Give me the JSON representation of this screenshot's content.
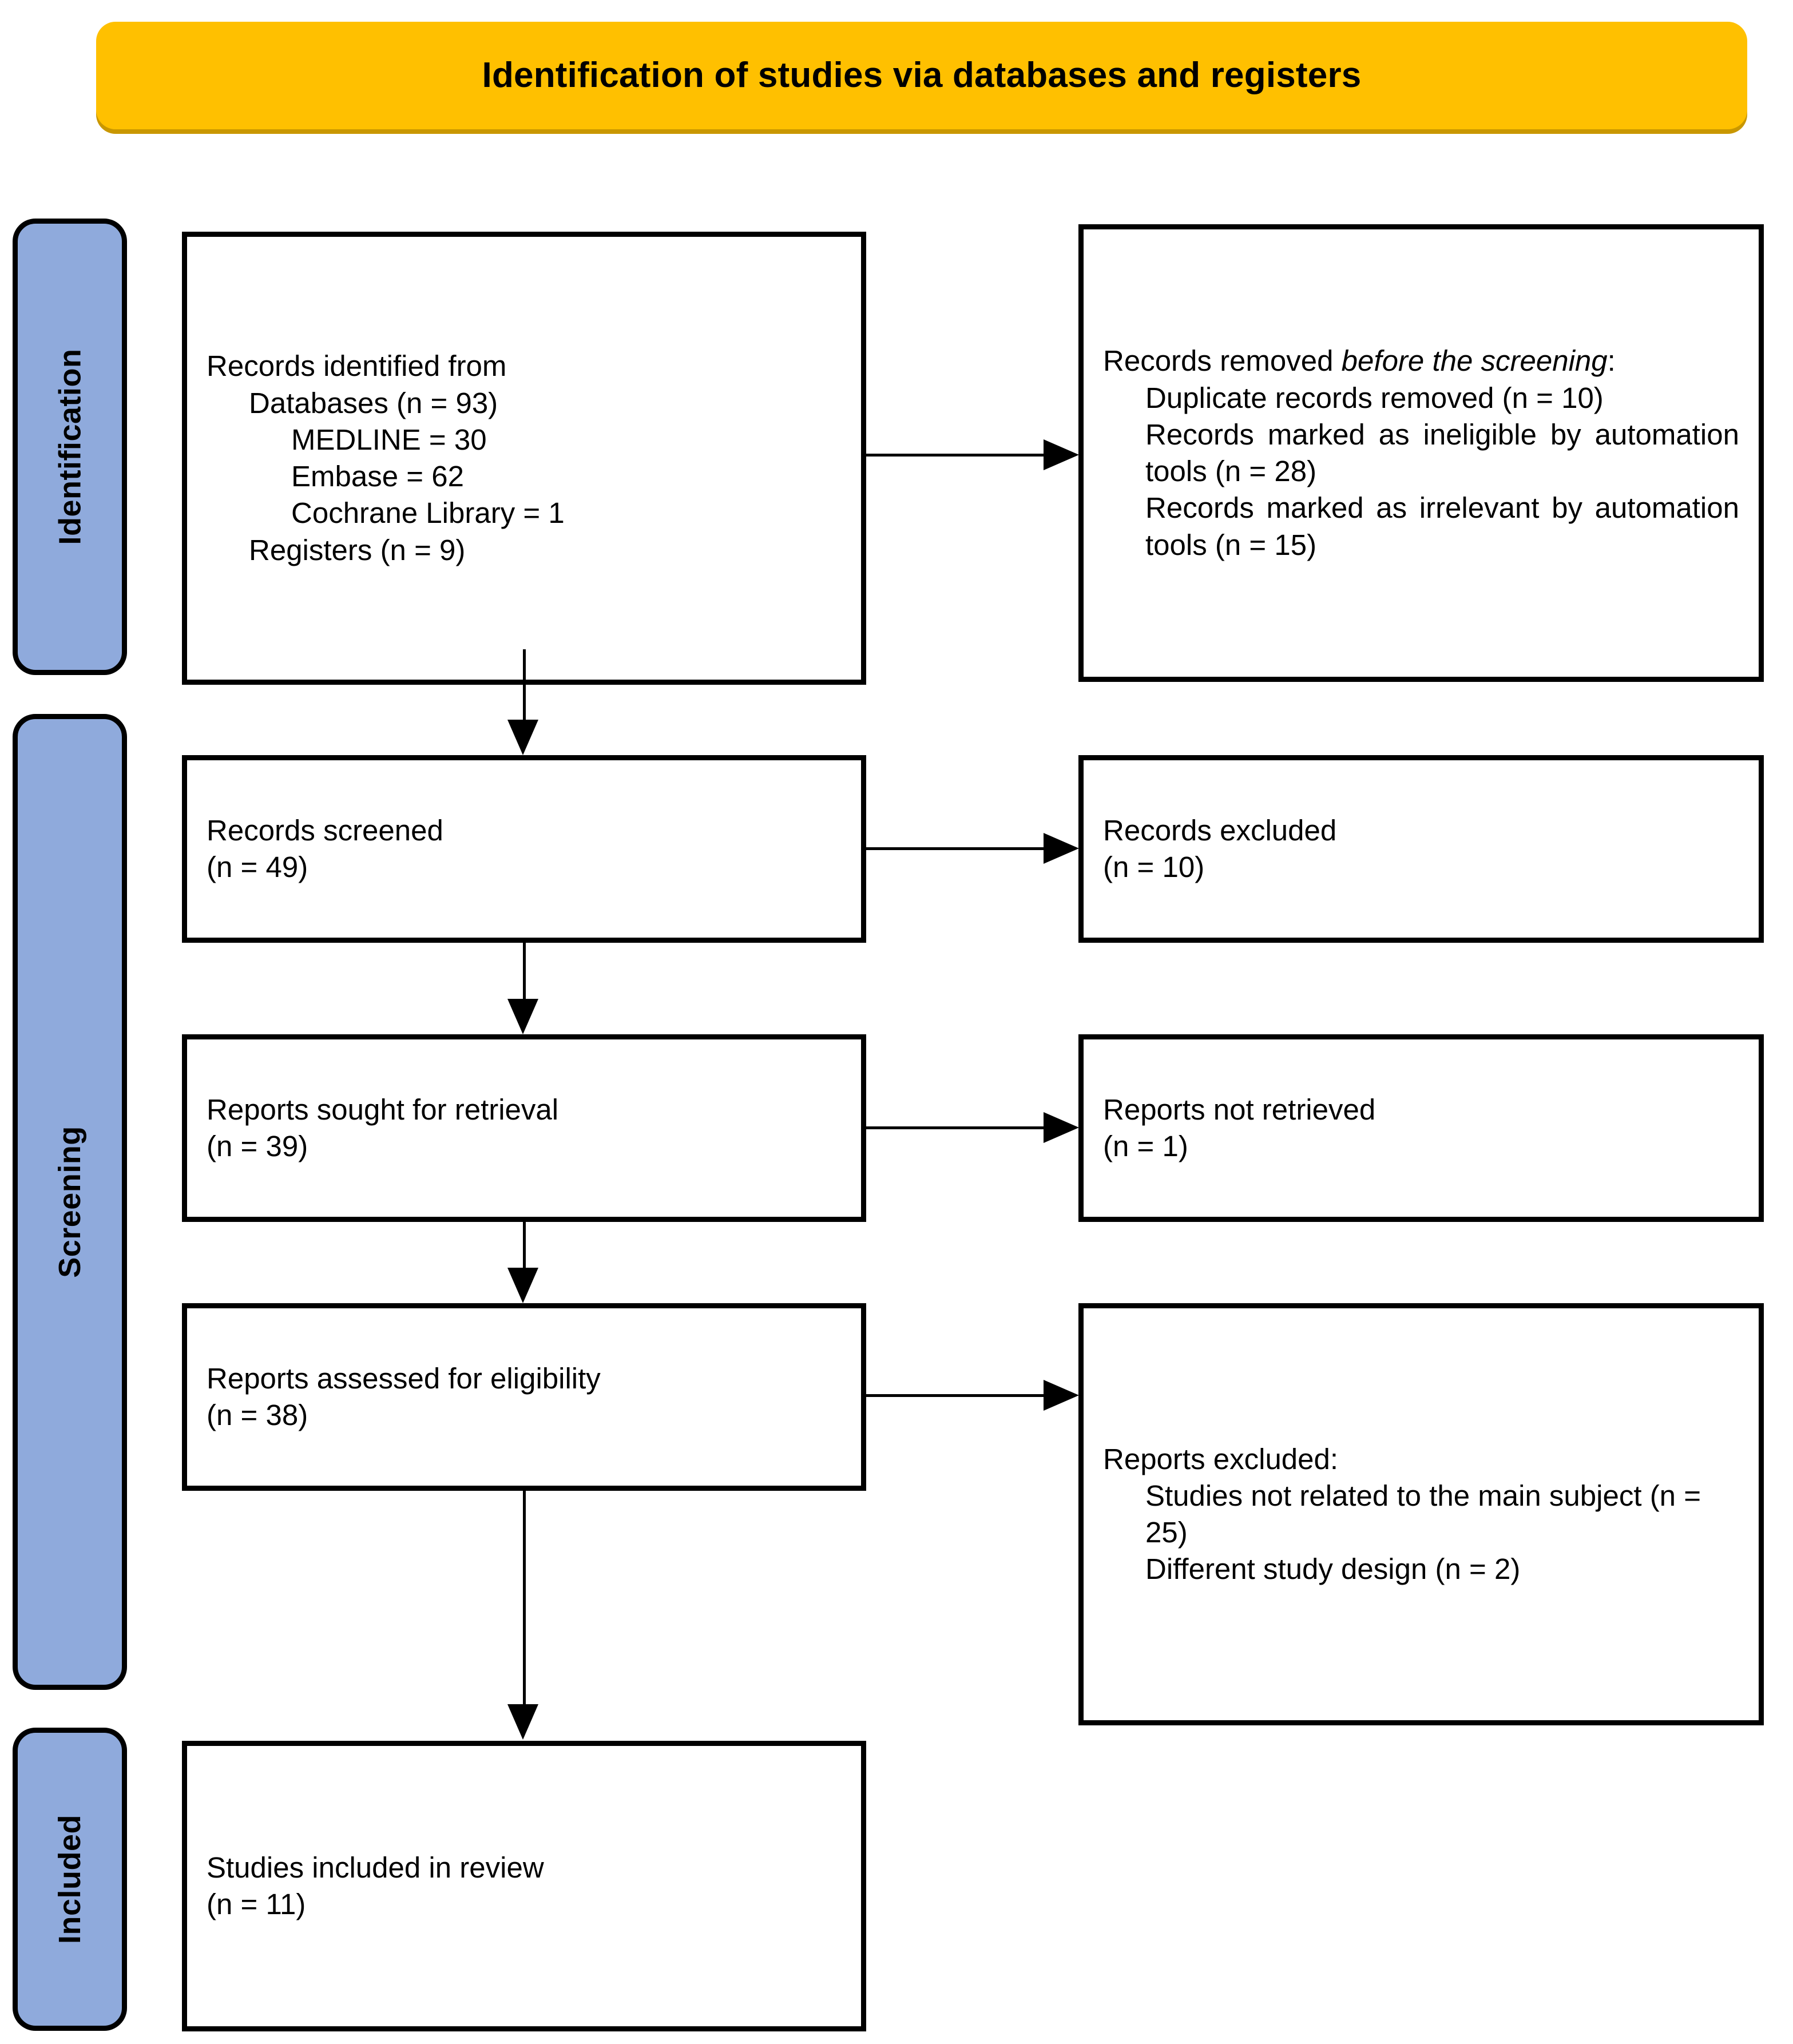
{
  "header": {
    "title": "Identification of studies via databases and registers",
    "background_color": "#FFC000"
  },
  "stages": {
    "identification": "Identification",
    "screening": "Screening",
    "included": "Included",
    "background_color": "#8FAADC"
  },
  "boxes": {
    "identified": {
      "line1": "Records identified from",
      "line2": "Databases (n = 93)",
      "line3": "MEDLINE = 30",
      "line4": "Embase = 62",
      "line5": "Cochrane Library = 1",
      "line6": "Registers (n = 9)"
    },
    "removed": {
      "line1a": "Records removed ",
      "line1b": "before the screening",
      "line1c": ":",
      "line2": "Duplicate records removed  (n = 10)",
      "line3": "Records marked as ineligible by automation tools (n = 28)",
      "line4": "Records marked as irrelevant by automation tools (n = 15)"
    },
    "screened": {
      "line1": "Records screened",
      "line2": "(n = 49)"
    },
    "records_excluded": {
      "line1": "Records excluded",
      "line2": "(n = 10)"
    },
    "sought": {
      "line1": "Reports sought for retrieval",
      "line2": "(n = 39)"
    },
    "not_retrieved": {
      "line1": "Reports not retrieved",
      "line2": "(n = 1)"
    },
    "assessed": {
      "line1": "Reports assessed for eligibility",
      "line2": "(n = 38)"
    },
    "reports_excluded": {
      "line1": "Reports excluded:",
      "line2": "Studies not related to the main subject (n = 25)",
      "line3": "Different study design (n = 2)"
    },
    "included": {
      "line1": "Studies included in review",
      "line2": "(n = 11)"
    }
  }
}
